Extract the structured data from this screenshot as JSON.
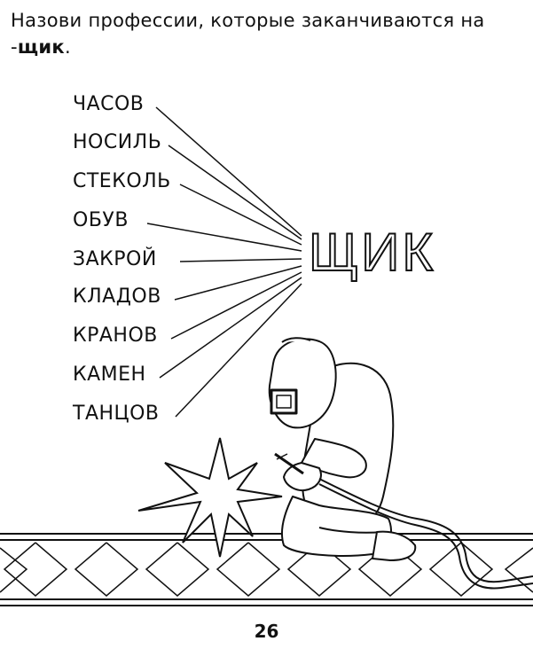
{
  "task": {
    "text_before": "Назови профессии, которые заканчиваются на -",
    "suffix": "щик",
    "text_after": "."
  },
  "words": [
    "ЧАСОВ",
    "НОСИЛЬ",
    "СТЕКОЛЬ",
    "ОБУВ",
    "ЗАКРОЙ",
    "КЛАДОВ",
    "КРАНОВ",
    "КАМЕН",
    "ТАНЦОВ"
  ],
  "big_suffix": "ЩИК",
  "page_number": "26",
  "illustration": {
    "subject": "welder-icon",
    "ink_color": "#111111",
    "paper_color": "#ffffff"
  }
}
